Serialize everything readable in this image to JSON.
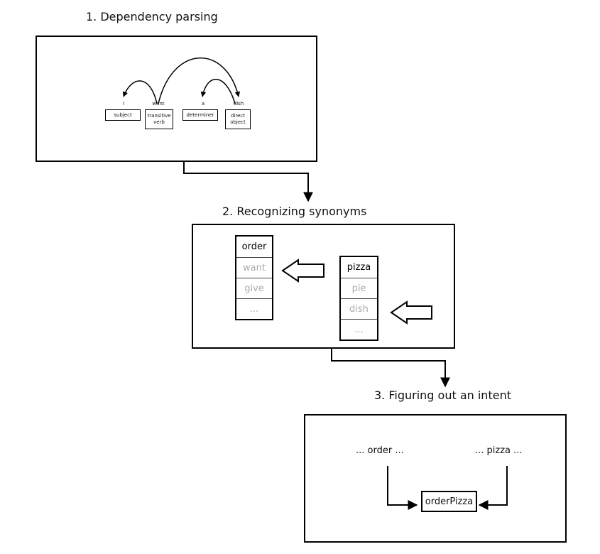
{
  "step1": {
    "title": "1. Dependency parsing",
    "tokens": [
      "I",
      "want",
      "a",
      "dish"
    ],
    "tags": [
      "subject",
      "transitive verb",
      "determiner",
      "direct object"
    ]
  },
  "step2": {
    "title": "2. Recognizing synonyms",
    "verb_synonyms": [
      "order",
      "want",
      "give",
      "..."
    ],
    "noun_synonyms": [
      "pizza",
      "pie",
      "dish",
      "..."
    ]
  },
  "step3": {
    "title": "3. Figuring out an intent",
    "left_term": "... order ...",
    "right_term": "... pizza ...",
    "result": "orderPizza"
  }
}
